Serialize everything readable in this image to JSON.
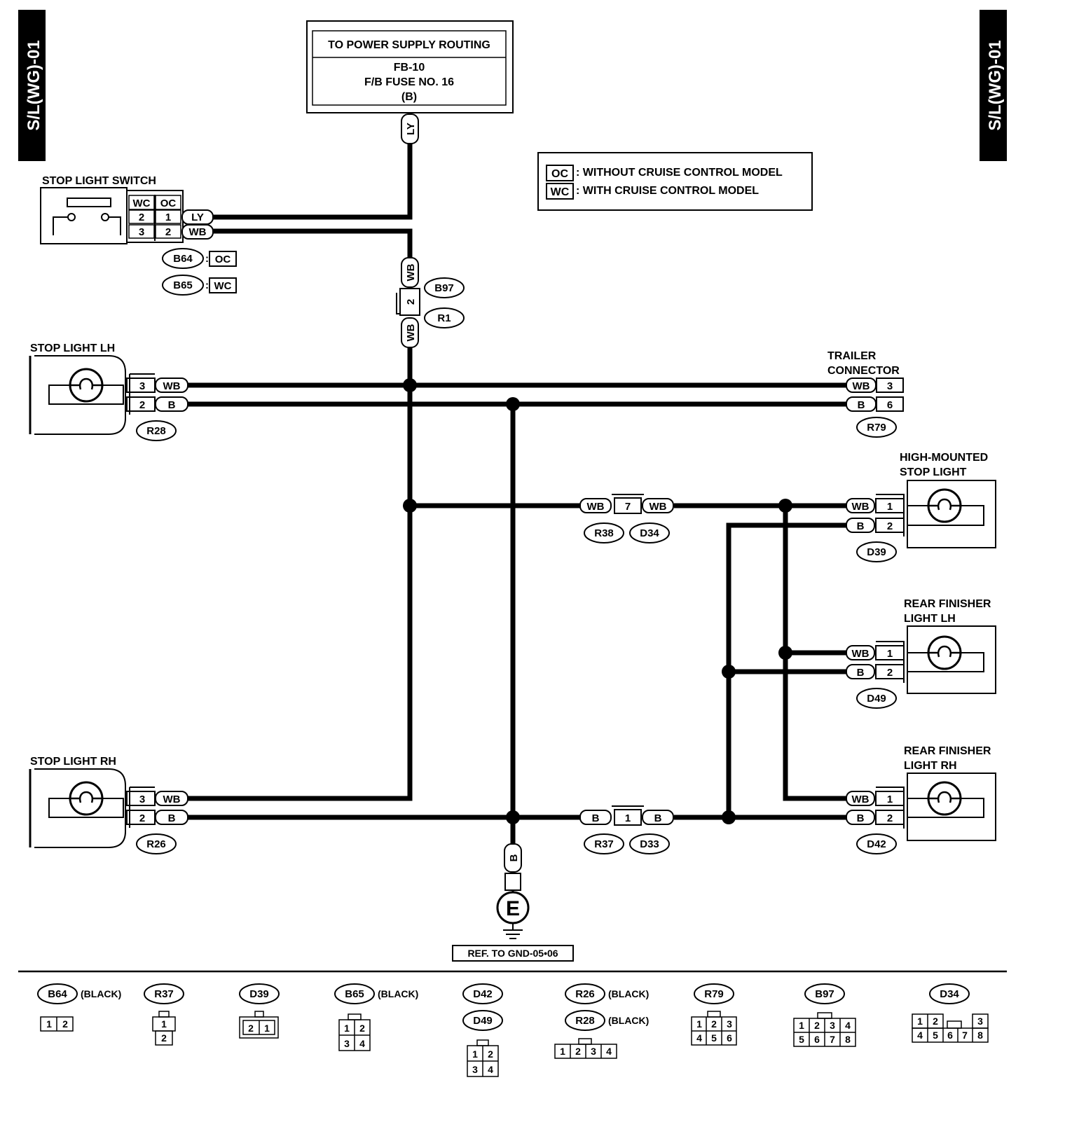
{
  "page_code": "S/L(WG)-01",
  "power": {
    "title": "TO POWER SUPPLY ROUTING",
    "line1": "FB-10",
    "line2": "F/B FUSE NO. 16",
    "line3": "(B)"
  },
  "legend": {
    "oc_code": "OC",
    "oc_text": ": WITHOUT CRUISE CONTROL MODEL",
    "wc_code": "WC",
    "wc_text": ": WITH CRUISE CONTROL MODEL"
  },
  "wire_colors": {
    "ly": "LY",
    "wb": "WB",
    "b": "B"
  },
  "stop_light_switch": {
    "label": "STOP LIGHT SWITCH",
    "hdr_wc": "WC",
    "hdr_oc": "OC",
    "r1_wc": "2",
    "r1_oc": "1",
    "r2_wc": "3",
    "r2_oc": "2",
    "b64": "B64",
    "b64_model": "OC",
    "b65": "B65",
    "b65_model": "WC"
  },
  "joint": {
    "pin": "2",
    "c1": "B97",
    "c2": "R1"
  },
  "stop_light_lh": {
    "label": "STOP LIGHT LH",
    "pin_wb": "3",
    "pin_b": "2",
    "conn": "R28"
  },
  "stop_light_rh": {
    "label": "STOP LIGHT RH",
    "pin_wb": "3",
    "pin_b": "2",
    "conn": "R26"
  },
  "trailer": {
    "label1": "TRAILER",
    "label2": "CONNECTOR",
    "pin_wb": "3",
    "pin_b": "6",
    "conn": "R79"
  },
  "high_mounted": {
    "label1": "HIGH-MOUNTED",
    "label2": "STOP LIGHT",
    "pin_wb": "1",
    "pin_b": "2",
    "conn": "D39"
  },
  "rear_finisher_lh": {
    "label1": "REAR FINISHER",
    "label2": "LIGHT LH",
    "pin_wb": "1",
    "pin_b": "2",
    "conn": "D49"
  },
  "rear_finisher_rh": {
    "label1": "REAR FINISHER",
    "label2": "LIGHT RH",
    "pin_wb": "1",
    "pin_b": "2",
    "conn": "D42"
  },
  "mid_connector": {
    "pin": "7",
    "left": "R38",
    "right": "D34"
  },
  "bottom_connector": {
    "pin": "1",
    "left": "R37",
    "right": "D33"
  },
  "ground": {
    "symbol": "E",
    "ref": "REF. TO GND-05•06"
  },
  "connector_views": {
    "b64": {
      "name": "B64",
      "color": "(BLACK)",
      "pins": [
        "1",
        "2"
      ]
    },
    "r37": {
      "name": "R37",
      "pins": [
        "1",
        "2"
      ]
    },
    "d39": {
      "name": "D39",
      "pins": [
        "2",
        "1"
      ]
    },
    "b65": {
      "name": "B65",
      "color": "(BLACK)",
      "pins": [
        "1",
        "2",
        "3",
        "4"
      ]
    },
    "d42": {
      "name": "D42"
    },
    "d49": {
      "name": "D49",
      "pins": [
        "1",
        "2",
        "3",
        "4"
      ]
    },
    "r26": {
      "name": "R26",
      "color": "(BLACK)"
    },
    "r28": {
      "name": "R28",
      "color": "(BLACK)",
      "pins": [
        "1",
        "2",
        "3",
        "4"
      ]
    },
    "r79": {
      "name": "R79",
      "pins": [
        "1",
        "2",
        "3",
        "4",
        "5",
        "6"
      ]
    },
    "b97": {
      "name": "B97",
      "pins": [
        "1",
        "2",
        "3",
        "4",
        "5",
        "6",
        "7",
        "8"
      ]
    },
    "d34": {
      "name": "D34",
      "pins": [
        "1",
        "2",
        "3",
        "4",
        "5",
        "6",
        "7",
        "8"
      ]
    }
  }
}
